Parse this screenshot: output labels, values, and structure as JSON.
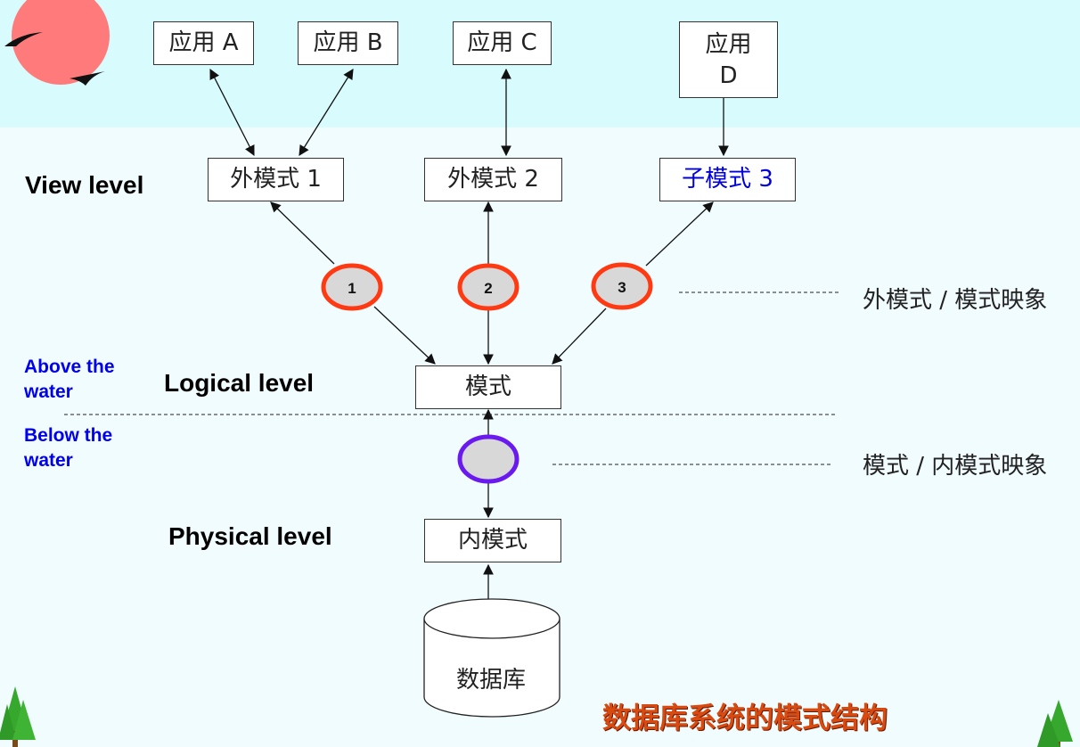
{
  "apps": [
    {
      "label": "应用 A"
    },
    {
      "label": "应用 B"
    },
    {
      "label": "应用 C"
    },
    {
      "label": "应用 D"
    }
  ],
  "external_schemas": [
    {
      "label": "外模式 1"
    },
    {
      "label": "外模式 2"
    },
    {
      "label": "子模式 3"
    }
  ],
  "schema": {
    "label": "模式"
  },
  "internal_schema": {
    "label": "内模式"
  },
  "database": {
    "label": "数据库"
  },
  "mappings": [
    {
      "number": "1"
    },
    {
      "number": "2"
    },
    {
      "number": "3"
    }
  ],
  "levels": {
    "view": "View level",
    "logical": "Logical level",
    "physical": "Physical level"
  },
  "water": {
    "above_line1": "Above the",
    "above_line2": "water",
    "below_line1": "Below the",
    "below_line2": "water"
  },
  "mapping_labels": {
    "external_schema_mapping": "外模式 / 模式映象",
    "schema_internal_mapping": "模式 / 内模式映象"
  },
  "title": "数据库系统的模式结构",
  "colors": {
    "mapping_ring": "#ff3a12",
    "internal_mapping_ring": "#6a1aee",
    "sub_schema_text": "#0000dd",
    "water_label": "#0000ee",
    "title": "#d94a10",
    "sun": "#ff7b7b",
    "sky": "#d8fcfd",
    "background": "#f0fcfe"
  }
}
